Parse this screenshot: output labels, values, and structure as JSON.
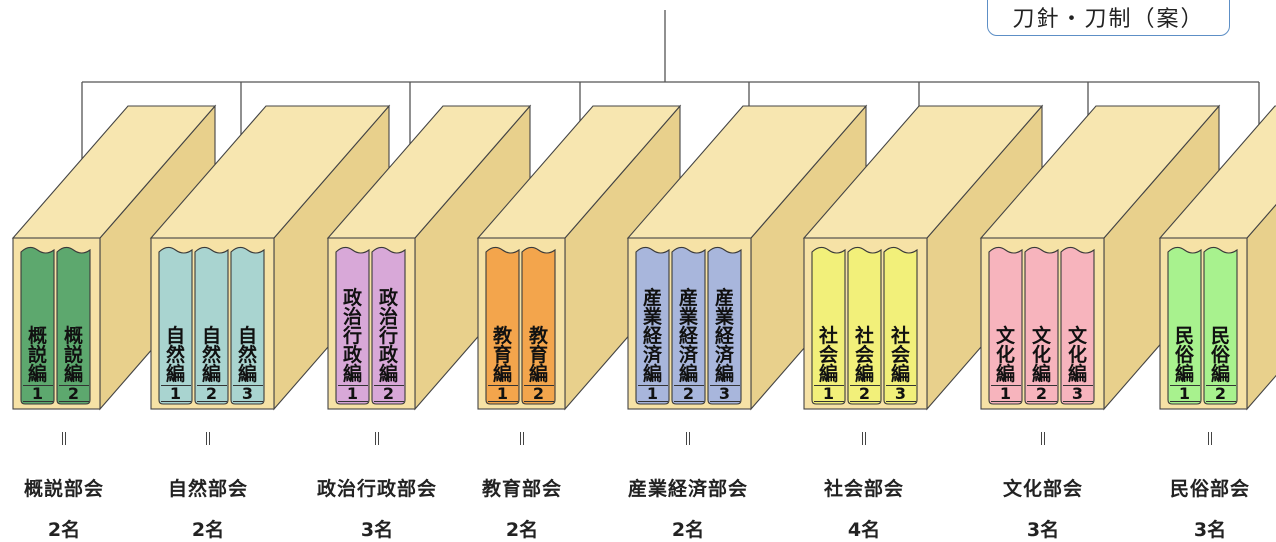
{
  "header": {
    "top_label": "刀針・刀制（案）"
  },
  "committees": [
    {
      "name": "概説部会",
      "count": "2名",
      "color": "#5da86e",
      "volumes": [
        {
          "chars": [
            "概",
            "説",
            "編"
          ],
          "num": "1"
        },
        {
          "chars": [
            "概",
            "説",
            "編"
          ],
          "num": "2"
        }
      ]
    },
    {
      "name": "自然部会",
      "count": "2名",
      "color": "#a9d4d0",
      "volumes": [
        {
          "chars": [
            "自",
            "然",
            "編"
          ],
          "num": "1"
        },
        {
          "chars": [
            "自",
            "然",
            "編"
          ],
          "num": "2"
        },
        {
          "chars": [
            "自",
            "然",
            "編"
          ],
          "num": "3"
        }
      ]
    },
    {
      "name": "政治行政部会",
      "count": "3名",
      "color": "#d8a8d8",
      "volumes": [
        {
          "chars": [
            "政",
            "治",
            "行",
            "政",
            "編"
          ],
          "num": "1"
        },
        {
          "chars": [
            "政",
            "治",
            "行",
            "政",
            "編"
          ],
          "num": "2"
        }
      ]
    },
    {
      "name": "教育部会",
      "count": "2名",
      "color": "#f3a54c",
      "volumes": [
        {
          "chars": [
            "教",
            "育",
            "編"
          ],
          "num": "1"
        },
        {
          "chars": [
            "教",
            "育",
            "編"
          ],
          "num": "2"
        }
      ]
    },
    {
      "name": "産業経済部会",
      "count": "2名",
      "color": "#a8b6dc",
      "volumes": [
        {
          "chars": [
            "産",
            "業",
            "経",
            "済",
            "編"
          ],
          "num": "1"
        },
        {
          "chars": [
            "産",
            "業",
            "経",
            "済",
            "編"
          ],
          "num": "2"
        },
        {
          "chars": [
            "産",
            "業",
            "経",
            "済",
            "編"
          ],
          "num": "3"
        }
      ]
    },
    {
      "name": "社会部会",
      "count": "4名",
      "color": "#f2f07a",
      "volumes": [
        {
          "chars": [
            "社",
            "会",
            "編"
          ],
          "num": "1"
        },
        {
          "chars": [
            "社",
            "会",
            "編"
          ],
          "num": "2"
        },
        {
          "chars": [
            "社",
            "会",
            "編"
          ],
          "num": "3"
        }
      ]
    },
    {
      "name": "文化部会",
      "count": "3名",
      "color": "#f7b4bd",
      "volumes": [
        {
          "chars": [
            "文",
            "化",
            "編"
          ],
          "num": "1"
        },
        {
          "chars": [
            "文",
            "化",
            "編"
          ],
          "num": "2"
        },
        {
          "chars": [
            "文",
            "化",
            "編"
          ],
          "num": "3"
        }
      ]
    },
    {
      "name": "民俗部会",
      "count": "3名",
      "color": "#a8f28e",
      "volumes": [
        {
          "chars": [
            "民",
            "俗",
            "編"
          ],
          "num": "1"
        },
        {
          "chars": [
            "民",
            "俗",
            "編"
          ],
          "num": "2"
        }
      ]
    }
  ]
}
